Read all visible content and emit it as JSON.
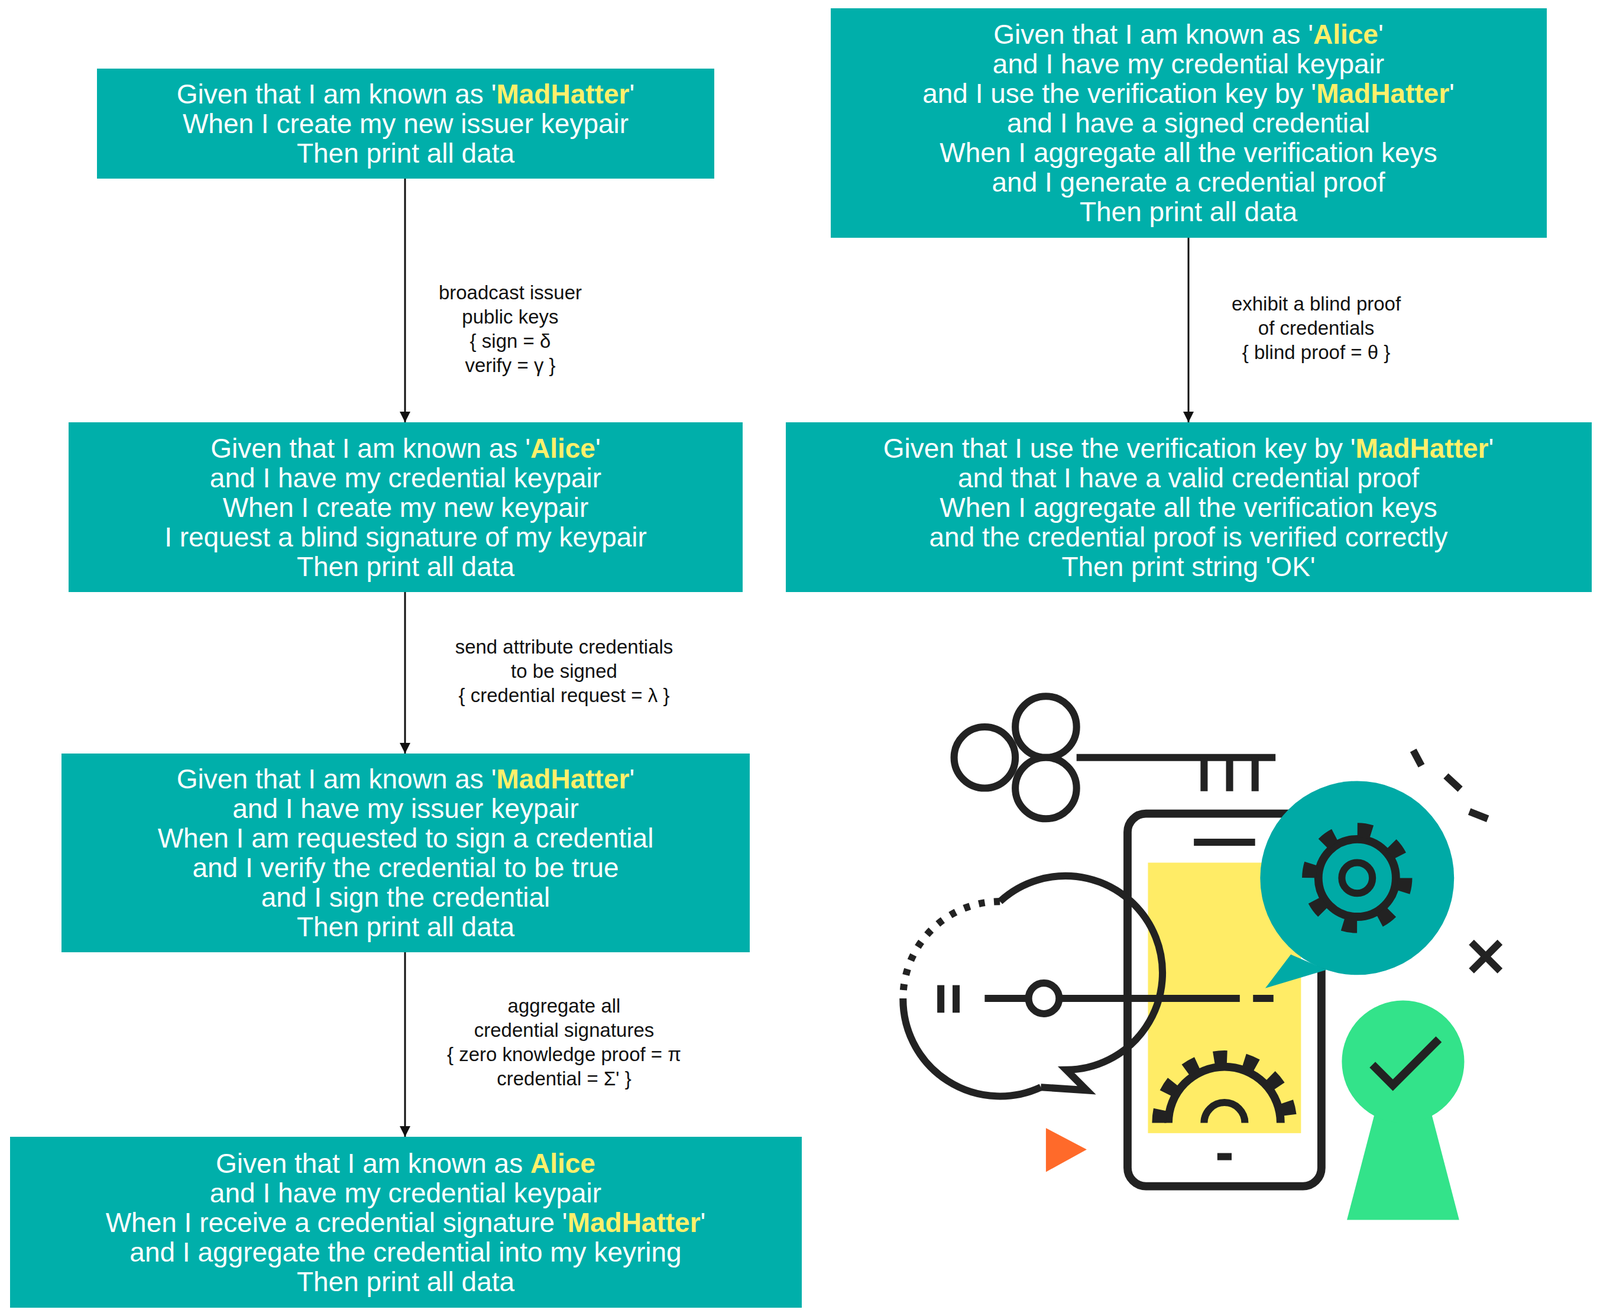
{
  "diagram": {
    "nodes": [
      {
        "text": [
          "Given that I am known as 'MadHatter' When I create my new issuer keypair Then print all data"
        ]
      },
      {
        "text": [
          "Given that I am known as 'Alice' and I have my credential keypair When I create my new keypair I request a blind signature of my keypair Then print all data"
        ]
      },
      {
        "text": [
          "Given that I am known as 'MadHatter' and I have my issuer keypair When I am requested to sign a credential and I verify the credential to be true and I sign the credential Then print all data"
        ]
      },
      {
        "text": [
          "Given that I am known as Alice and I have my credential keypair When I receive a credential signature 'MadHatter' and I aggregate the credential into my keyring Then print all data"
        ]
      },
      {
        "text": [
          "Given that I am known as 'Alice' and I have my credential keypair and I use the verification key by 'MadHatter' and I have a signed credential When I aggregate all the verification keys and I generate a credential proof Then print all data"
        ]
      },
      {
        "text": [
          "Given that I use the verification key by 'MadHatter' and that I have a valid credential proof When I aggregate all the verification keys and the credential proof is verified correctly Then print string 'OK'"
        ]
      }
    ],
    "edges": [
      {
        "from": 0,
        "to": 1,
        "arrow": "to",
        "label": "broadcast issuer public keys { sign = δ verify = γ }"
      },
      {
        "from": 1,
        "to": 2,
        "arrow": "to",
        "label": "send attribute credentials to be signed { credential request = λ }"
      },
      {
        "from": 2,
        "to": 3,
        "arrow": "to",
        "label": "aggregate all credential signatures { zero knowledge proof = π credential = Σ' }"
      },
      {
        "from": 4,
        "to": 5,
        "arrow": "to",
        "label": "exhibit a blind proof of credentials { blind proof = θ }"
      }
    ]
  }
}
